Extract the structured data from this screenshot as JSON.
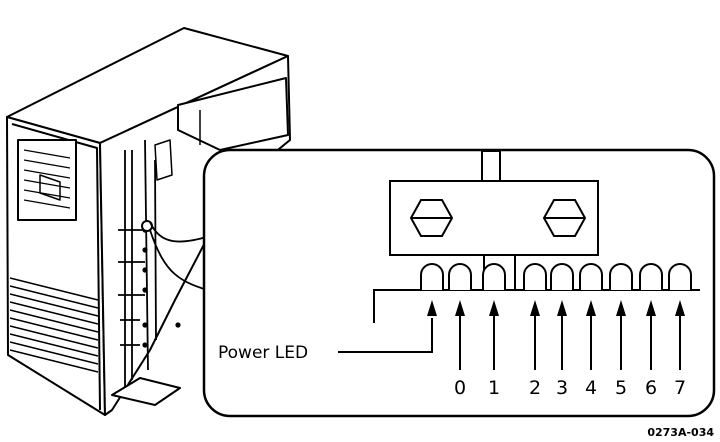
{
  "figure": {
    "callout_label": "Power LED",
    "led_numbers": [
      "0",
      "1",
      "2",
      "3",
      "4",
      "5",
      "6",
      "7"
    ],
    "figure_id": "0273A-034"
  },
  "colors": {
    "ink": "#000000",
    "paper": "#ffffff"
  }
}
